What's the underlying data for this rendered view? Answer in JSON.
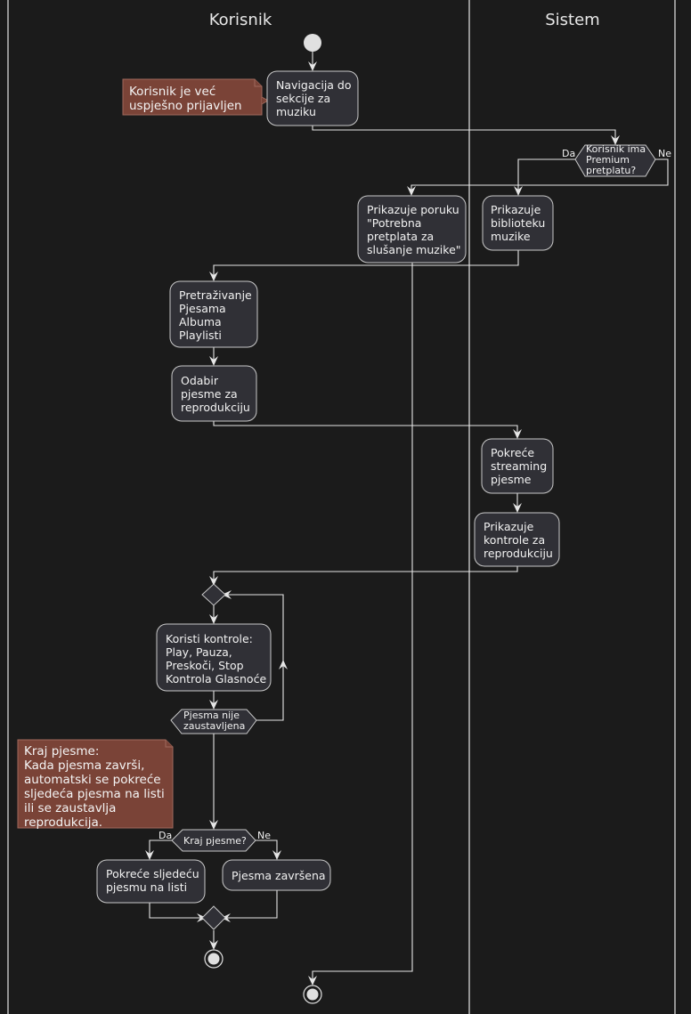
{
  "lanes": {
    "korisnik": "Korisnik",
    "sistem": "Sistem"
  },
  "notes": {
    "login": [
      "Korisnik je već",
      "uspješno prijavljen"
    ],
    "end": [
      "Kraj pjesme:",
      "Kada pjesma završi,",
      "automatski se pokreće",
      "sljedeća pjesma na listi",
      "ili se zaustavlja",
      "reprodukcija."
    ]
  },
  "activities": {
    "nav": [
      "Navigacija do",
      "sekcije za",
      "muziku"
    ],
    "poruka": [
      "Prikazuje poruku",
      "\"Potrebna",
      "pretplata za",
      "slušanje muzike\""
    ],
    "biblioteka": [
      "Prikazuje",
      "biblioteku",
      "muzike"
    ],
    "pretrazivanje": [
      "Pretraživanje",
      "Pjesama",
      "Albuma",
      "Playlisti"
    ],
    "odabir": [
      "Odabir",
      "pjesme za",
      "reprodukciju"
    ],
    "streaming": [
      "Pokreće",
      "streaming",
      "pjesme"
    ],
    "kontrole_sys": [
      "Prikazuje",
      "kontrole za",
      "reprodukciju"
    ],
    "kontrole_user": [
      "Koristi kontrole:",
      "Play, Pauza,",
      "Preskoči, Stop",
      "Kontrola Glasnoće"
    ],
    "sljedeca": [
      "Pokreće sljedeću",
      "pjesmu na listi"
    ],
    "zavrsena": [
      "Pjesma završena"
    ]
  },
  "decisions": {
    "premium": [
      "Korisnik ima",
      "Premium",
      "pretplatu?"
    ],
    "premium_yes": "Da",
    "premium_no": "Ne",
    "loop": [
      "Pjesma nije",
      "zaustavljena"
    ],
    "kraj": [
      "Kraj pjesme?"
    ],
    "kraj_yes": "Da",
    "kraj_no": "Ne"
  },
  "colors": {
    "background": "#1b1b1b",
    "activity_fill": "#303036",
    "note_fill": "#7a4337",
    "line": "#e6e6e6"
  }
}
